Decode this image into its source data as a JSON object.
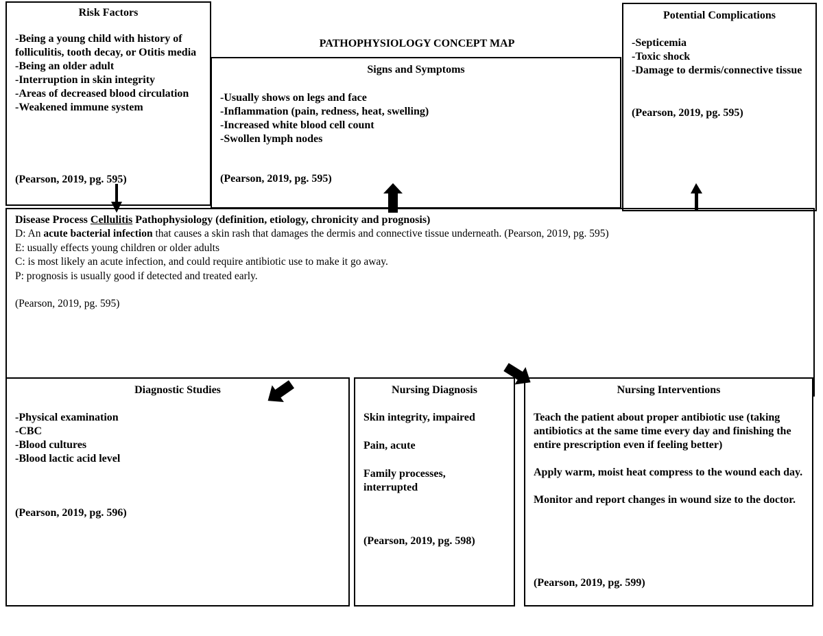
{
  "map_title": "PATHOPHYSIOLOGY CONCEPT MAP",
  "risk_factors": {
    "title": "Risk Factors",
    "items": [
      "-Being a young child with history of folliculitis, tooth decay, or Otitis media",
      "-Being an older adult",
      "-Interruption in skin integrity",
      "-Areas of decreased blood circulation",
      "-Weakened immune system"
    ],
    "citation": "(Pearson, 2019, pg. 595)"
  },
  "signs_symptoms": {
    "title": "Signs and Symptoms",
    "items": [
      "-Usually shows on legs and face",
      "-Inflammation (pain, redness, heat, swelling)",
      "-Increased white blood cell count",
      "-Swollen lymph nodes"
    ],
    "citation": "(Pearson, 2019, pg. 595)"
  },
  "complications": {
    "title": "Potential Complications",
    "items": [
      "-Septicemia",
      "-Toxic shock",
      "-Damage to dermis/connective tissue"
    ],
    "citation": "(Pearson, 2019, pg. 595)"
  },
  "disease_process": {
    "heading_prefix": "Disease Process ",
    "disease_name": "Cellulitis",
    "heading_suffix": " Pathophysiology (definition, etiology, chronicity and prognosis)",
    "definition_prefix": "D: An ",
    "definition_bold": "acute bacterial infection",
    "definition_rest": " that causes a skin rash that damages the dermis and connective tissue underneath.  (Pearson, 2019, pg. 595)",
    "etiology": "E: usually effects young children or older adults",
    "chronicity": "C: is most likely an acute infection, and could require antibiotic use to make it go away.",
    "prognosis": "P: prognosis is usually good if detected and treated early.",
    "citation": "(Pearson, 2019, pg. 595)"
  },
  "diagnostic_studies": {
    "title": "Diagnostic Studies",
    "items": [
      "-Physical examination",
      "-CBC",
      "-Blood cultures",
      "-Blood lactic acid level"
    ],
    "citation": "(Pearson, 2019, pg. 596)"
  },
  "nursing_diagnosis": {
    "title": "Nursing Diagnosis",
    "items": [
      "Skin integrity, impaired",
      "Pain, acute",
      "Family processes, interrupted"
    ],
    "citation": "(Pearson, 2019, pg. 598)"
  },
  "nursing_interventions": {
    "title": "Nursing Interventions",
    "items": [
      "Teach the patient about proper antibiotic use (taking antibiotics at the same time every day and finishing the entire prescription even if feeling better)",
      "Apply warm, moist heat compress to the wound each day.",
      "Monitor and report changes in wound size to the doctor."
    ],
    "citation": "(Pearson, 2019, pg. 599)"
  }
}
